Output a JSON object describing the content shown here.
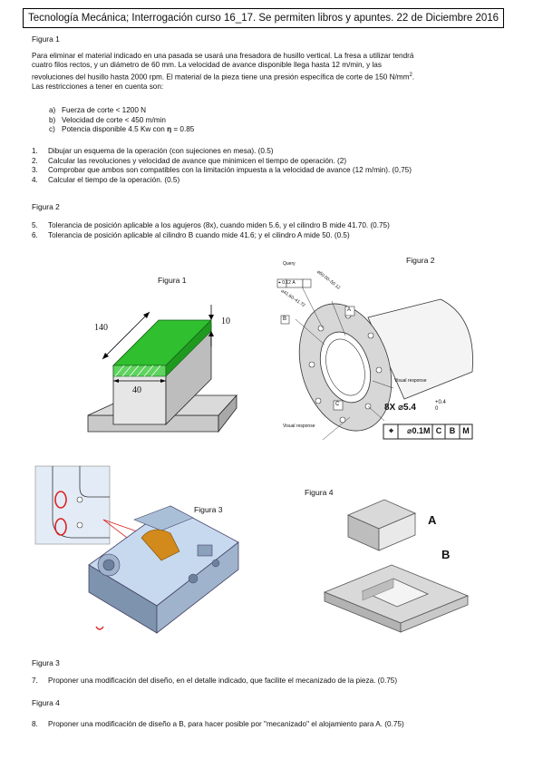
{
  "header": "Tecnología Mecánica; Interrogación curso 16_17. Se permiten libros y apuntes. 22 de Diciembre 2016",
  "section1": {
    "title": "Figura 1",
    "paragraph_l1": "Para eliminar el material indicado en una pasada se usará una fresadora de husillo vertical. La fresa a utilizar tendrá",
    "paragraph_l2": "cuatro filos rectos, y un diámetro de 60 mm. La velocidad de avance disponible llega hasta 12 m/min, y las",
    "paragraph_l3a": "revoluciones del husillo hasta 2000 rpm. El material de la pieza tiene una presión específica de corte de 150 N/mm",
    "paragraph_l3sup": "2",
    "paragraph_l3b": ".",
    "paragraph_l4": "Las restricciones a tener en cuenta son:",
    "restrictions": [
      {
        "label": "a)",
        "text": "Fuerza de corte < 1200 N"
      },
      {
        "label": "b)",
        "text": "Velocidad de corte < 450 m/min"
      },
      {
        "label": "c)",
        "text_a": "Potencia disponible 4.5 Kw con ",
        "symbol": "η",
        "text_b": " = 0.85"
      }
    ],
    "questions": [
      {
        "num": "1.",
        "text": "Dibujar un esquema de la operación (con sujeciones en mesa). (0.5)"
      },
      {
        "num": "2.",
        "text": "Calcular las revoluciones y velocidad de avance que minimicen el tiempo de operación. (2)"
      },
      {
        "num": "3.",
        "text": "Comprobar que ambos son compatibles con la limitación impuesta a la velocidad de avance (12 m/min). (0,75)"
      },
      {
        "num": "4.",
        "text": "Calcular el tiempo de la operación. (0.5)"
      }
    ]
  },
  "section2": {
    "title": "Figura 2",
    "questions": [
      {
        "num": "5.",
        "text": "Tolerancia de posición aplicable a los agujeros (8x), cuando miden 5.6, y el cilindro B mide 41.70. (0.75)"
      },
      {
        "num": "6.",
        "text": "Tolerancia de posición aplicable al cilindro B cuando mide 41.6; y el cilindro A mide 50. (0.5)"
      }
    ]
  },
  "fig1": {
    "caption": "Figura 1",
    "dim_length": "140",
    "dim_height": "10",
    "dim_width": "40"
  },
  "fig2": {
    "caption": "Figura 2",
    "query": "Query",
    "fcf_top": [
      "⌖",
      "0.12",
      "A"
    ],
    "dim_upper": "⌀50.00–50.12",
    "dim_mid": "⌀41.60–41.72",
    "visual_response": "Visual response",
    "datum_a": "A",
    "datum_b": "B",
    "datum_c": "C",
    "hole_callout": "8X ⌀5.4",
    "hole_tol_upper": "+0.4",
    "hole_tol_lower": "0",
    "fcf_bottom": [
      "⌖",
      "⌀0.1",
      "M",
      "C",
      "B",
      "M"
    ]
  },
  "fig3": {
    "caption": "Figura 3"
  },
  "fig4": {
    "caption": "Figura 4",
    "label_a": "A",
    "label_b": "B"
  },
  "section3": {
    "title": "Figura 3",
    "question": {
      "num": "7.",
      "text": "Proponer una modificación del diseño, en el detalle indicado, que facilite el mecanizado de la pieza. (0.75)"
    }
  },
  "section4": {
    "title": "Figura 4",
    "question": {
      "num": "8.",
      "text": "Proponer una modificación de diseño a B, para hacer posible por \"mecanizado\" el alojamiento para A. (0.75)"
    }
  }
}
